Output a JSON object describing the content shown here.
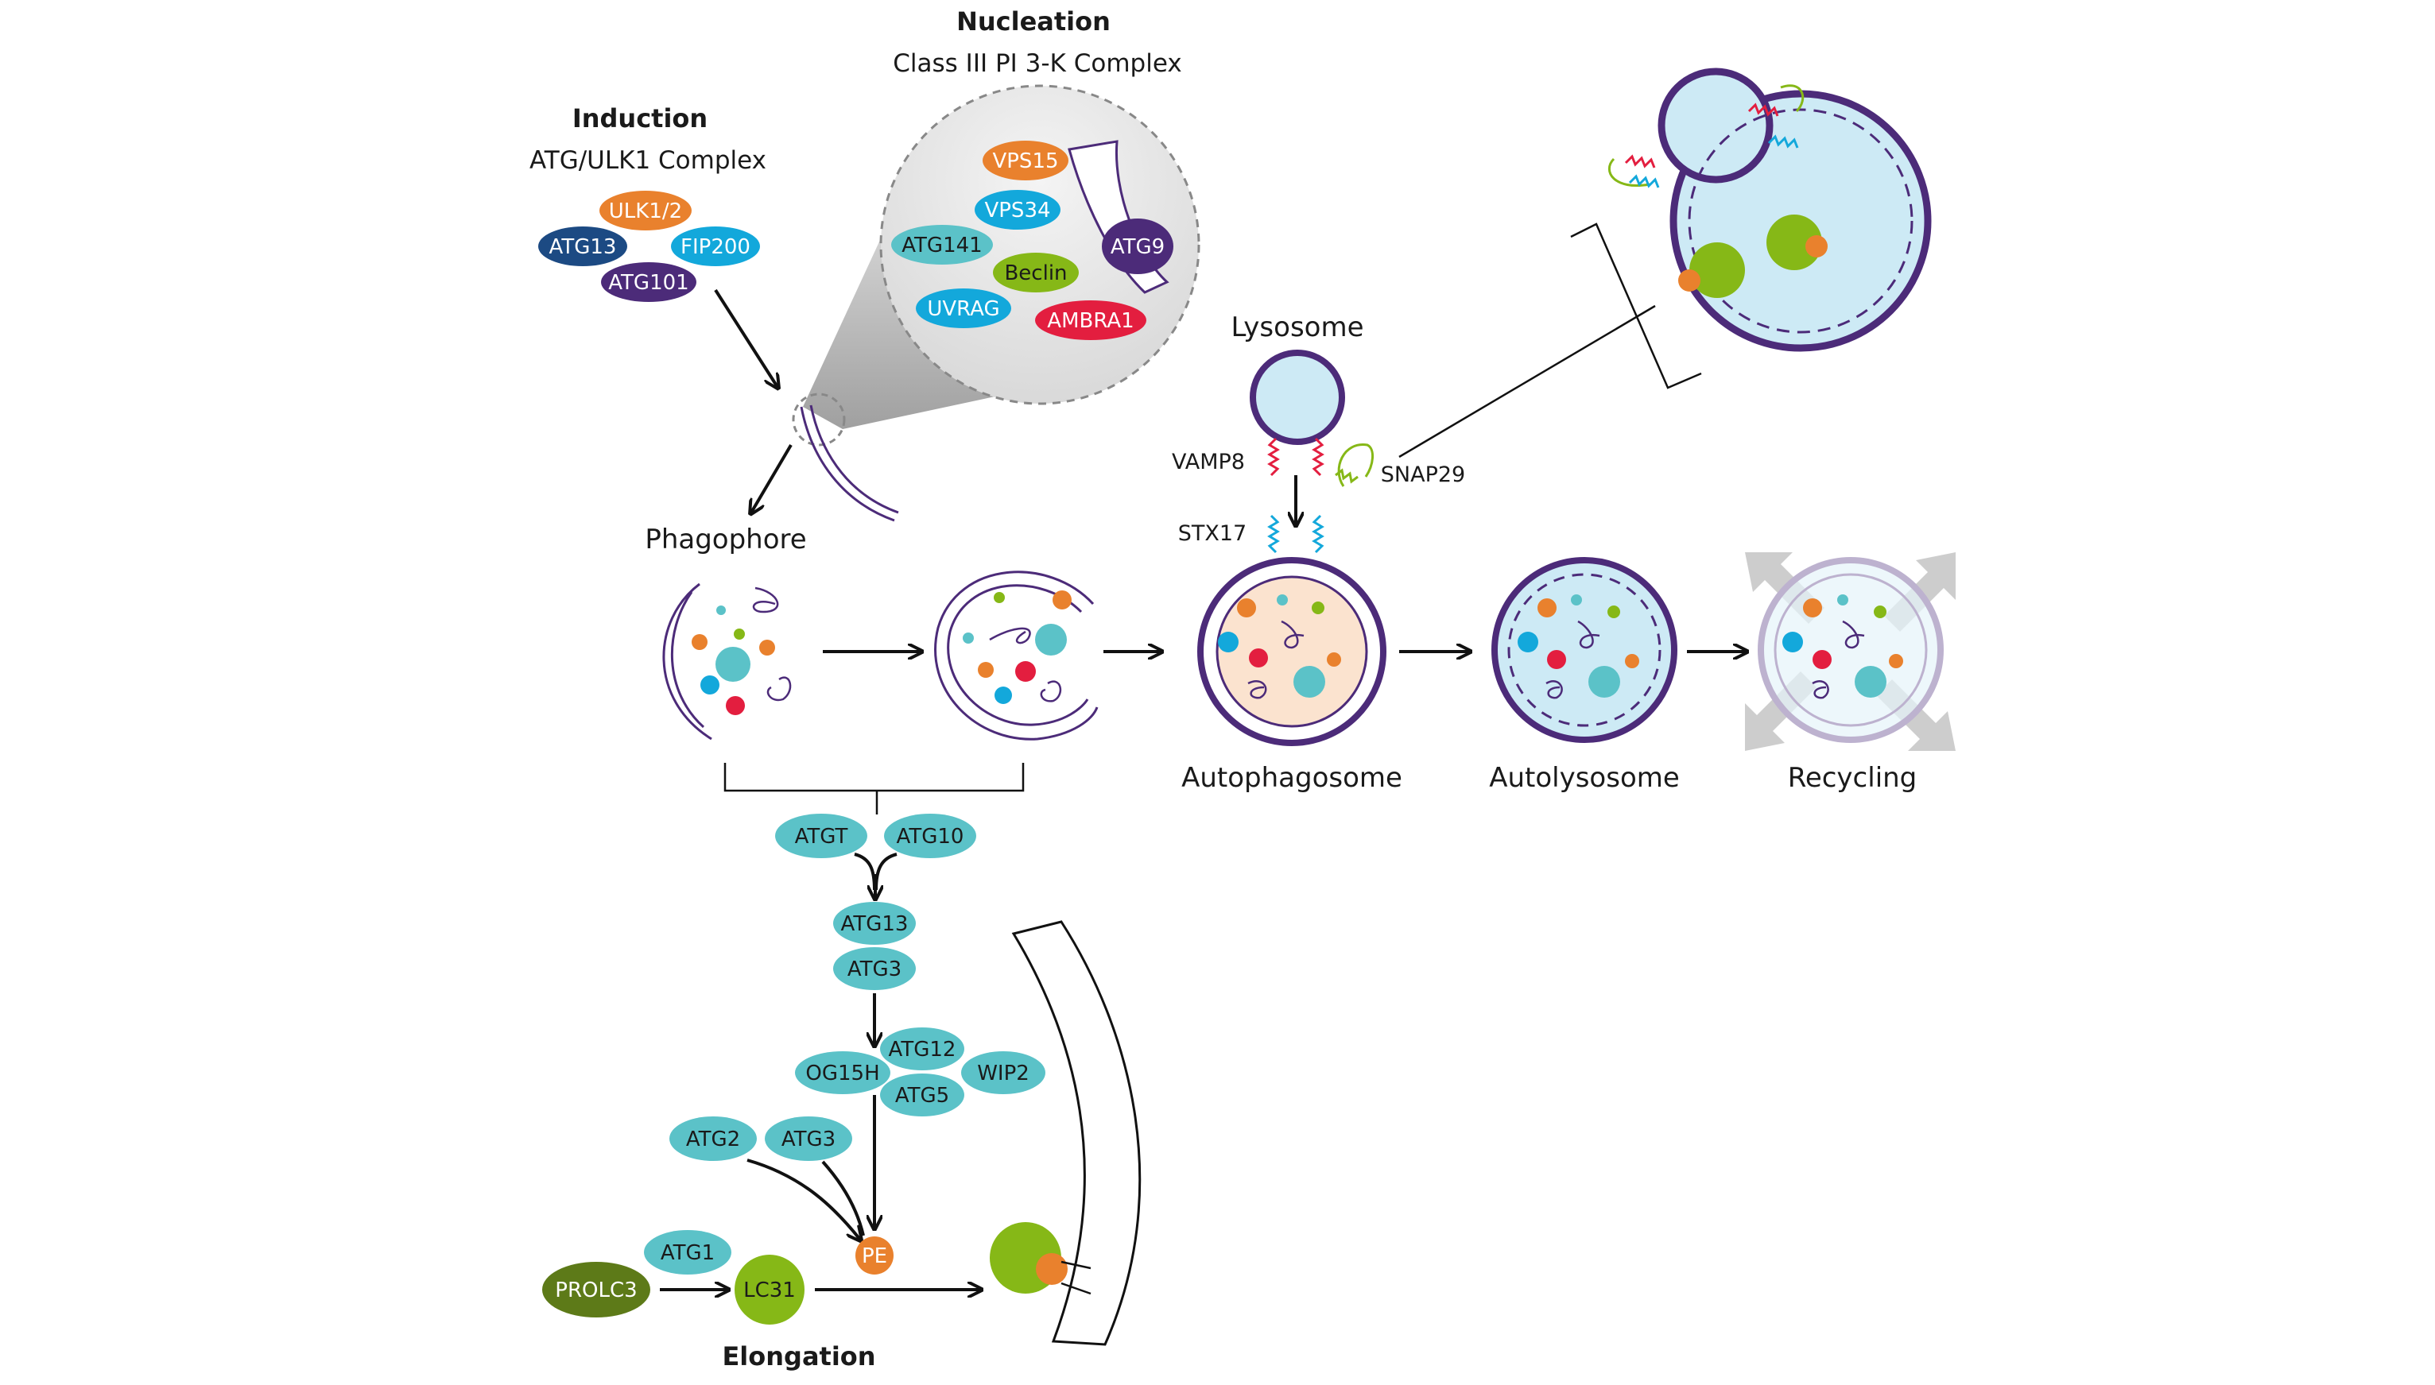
{
  "colors": {
    "orange": "#e9812d",
    "cyan": "#13a8db",
    "navy": "#1c4a83",
    "purple": "#4c2b79",
    "green": "#86b817",
    "red": "#e31e3f",
    "teal": "#5bc2c8",
    "darkgreen": "#5d7a18",
    "lysosome_fill": "#cdeaf5",
    "autophago_fill": "#fbe3cf"
  },
  "induction": {
    "title": "Induction",
    "subtitle": "ATG/ULK1 Complex",
    "ulk": "ULK1/2",
    "atg13": "ATG13",
    "fip200": "FIP200",
    "atg101": "ATG101"
  },
  "nucleation": {
    "title": "Nucleation",
    "subtitle": "Class III PI 3-K Complex",
    "vps15": "VPS15",
    "vps34": "VPS34",
    "atg141": "ATG141",
    "beclin": "Beclin",
    "atg9": "ATG9",
    "uvrag": "UVRAG",
    "ambra1": "AMBRA1"
  },
  "stages": {
    "phagophore": "Phagophore",
    "autophagosome": "Autophagosome",
    "autolysosome": "Autolysosome",
    "recycling": "Recycling"
  },
  "fusion": {
    "lysosome": "Lysosome",
    "vamp8": "VAMP8",
    "snap29": "SNAP29",
    "stx17": "STX17"
  },
  "elongation": {
    "title": "Elongation",
    "atgt": "ATGT",
    "atg10": "ATG10",
    "atg13": "ATG13",
    "atg3": "ATG3",
    "atg12": "ATG12",
    "og15h": "OG15H",
    "wip2": "WIP2",
    "atg5": "ATG5",
    "atg2": "ATG2",
    "atg3b": "ATG3",
    "pe": "PE",
    "atg1": "ATG1",
    "prolc3": "PROLC3",
    "lc31": "LC31"
  }
}
